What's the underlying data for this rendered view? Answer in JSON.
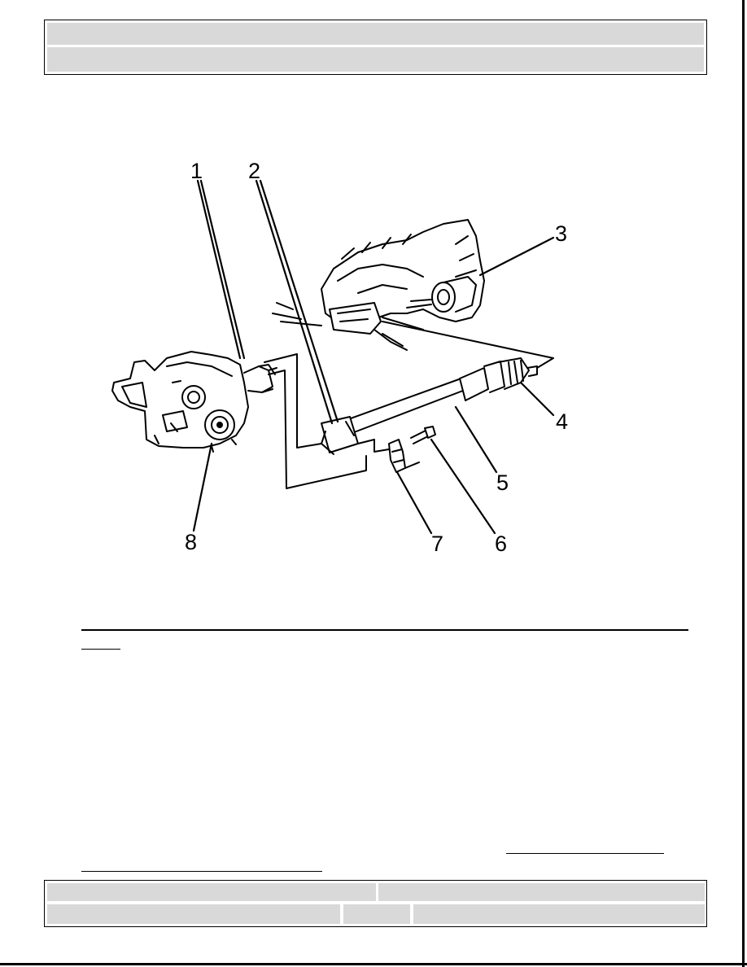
{
  "header": {
    "title_row": "",
    "subtitle_row": ""
  },
  "figure": {
    "callouts": [
      "1",
      "2",
      "3",
      "4",
      "5",
      "6",
      "7",
      "8"
    ]
  },
  "footer": {
    "cell_a": "",
    "cell_b": "",
    "cell_c": "",
    "cell_d": "",
    "cell_e": ""
  }
}
